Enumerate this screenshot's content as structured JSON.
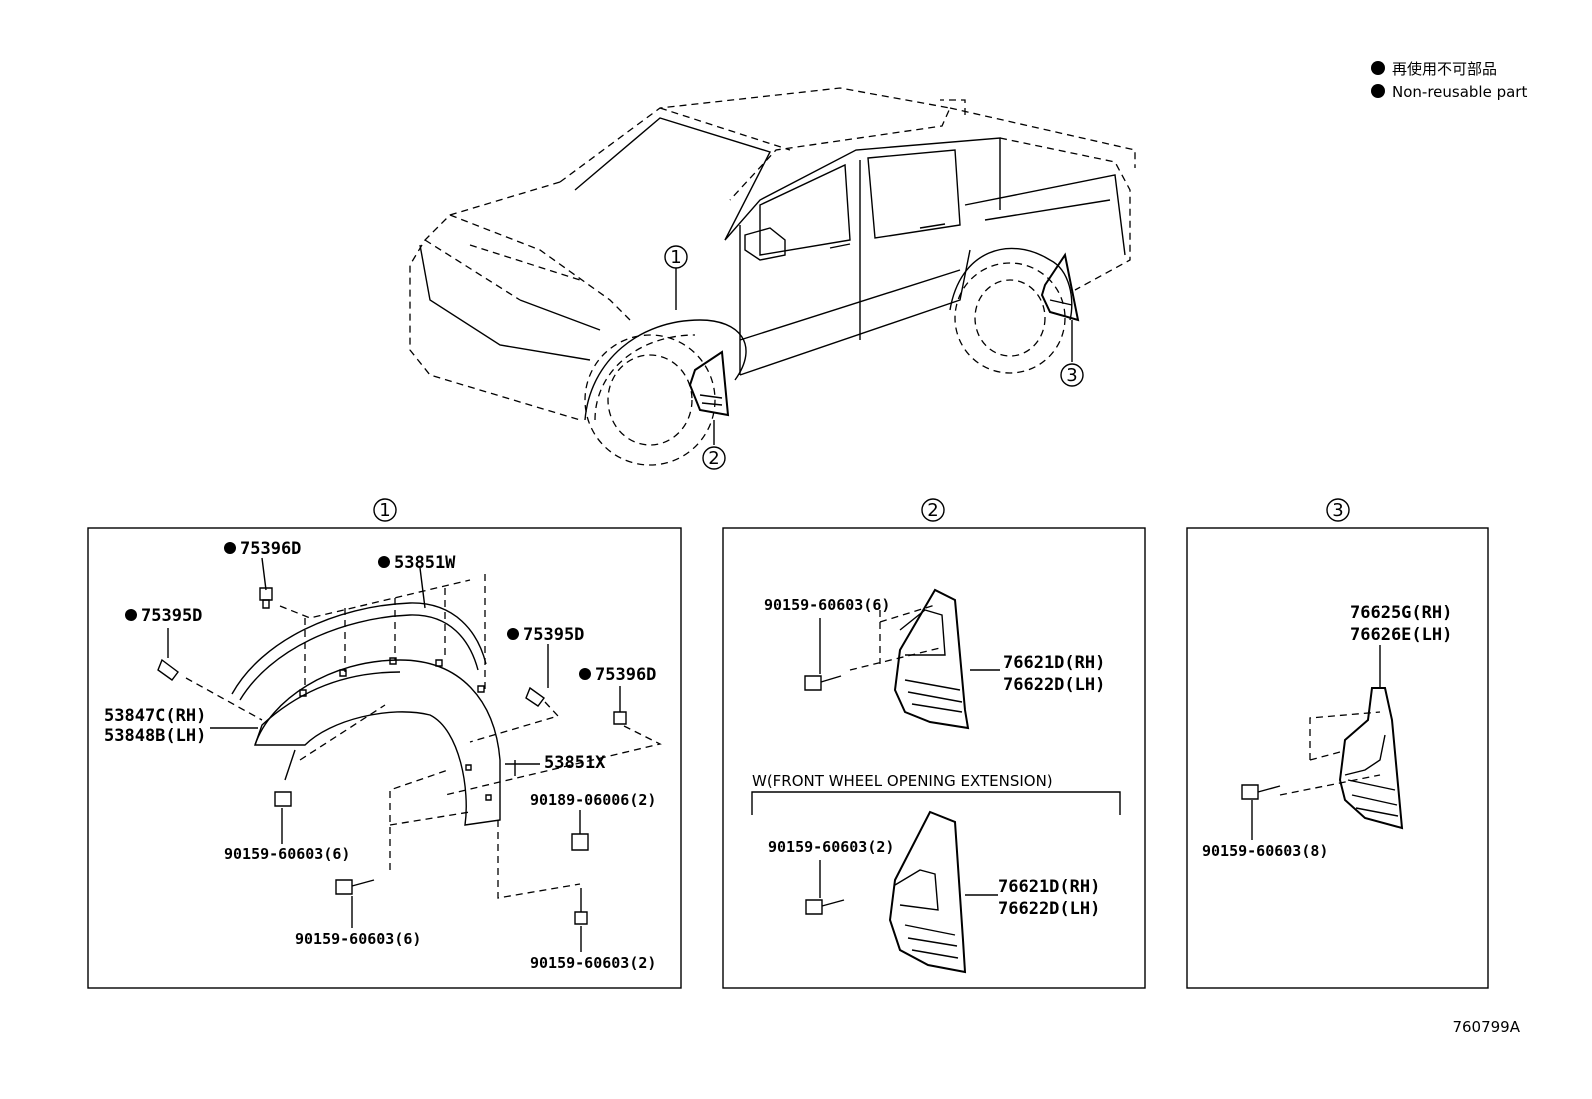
{
  "legend": {
    "items": [
      {
        "text": "再使用不可部品"
      },
      {
        "text": "Non-reusable part"
      }
    ]
  },
  "diagram_code": "760799A",
  "callouts": [
    "1",
    "2",
    "3"
  ],
  "panel1": {
    "section_label": "1",
    "parts": {
      "clip_75396D_top": "75396D",
      "molding_53851W": "53851W",
      "clip_75395D_left": "75395D",
      "clip_75395D_right": "75395D",
      "clip_75396D_right": "75396D",
      "fender_rh": "53847C(RH)",
      "fender_lh": "53848B(LH)",
      "part_53851X": "53851X",
      "nut_90189": "90189-06006(2)",
      "screw_a": "90159-60603(6)",
      "screw_b": "90159-60603(6)",
      "screw_c": "90159-60603(2)"
    }
  },
  "panel2": {
    "section_label": "2",
    "screw_top": "90159-60603(6)",
    "flap_rh_top": "76621D(RH)",
    "flap_lh_top": "76622D(LH)",
    "variant_label": "W(FRONT WHEEL OPENING EXTENSION)",
    "screw_bottom": "90159-60603(2)",
    "flap_rh_bottom": "76621D(RH)",
    "flap_lh_bottom": "76622D(LH)"
  },
  "panel3": {
    "section_label": "3",
    "flap_rh": "76625G(RH)",
    "flap_lh": "76626E(LH)",
    "screw": "90159-60603(8)"
  }
}
